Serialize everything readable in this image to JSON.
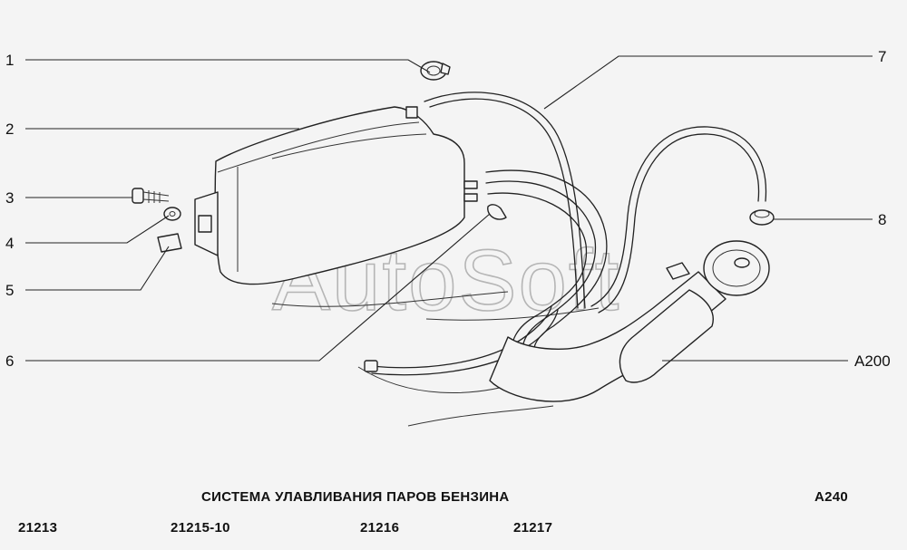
{
  "watermark": "AutoSoft",
  "callouts": {
    "c1": "1",
    "c2": "2",
    "c3": "3",
    "c4": "4",
    "c5": "5",
    "c6": "6",
    "c7": "7",
    "c8": "8",
    "c9": "A200"
  },
  "caption": {
    "title": "СИСТЕМА УЛАВЛИВАНИЯ ПАРОВ БЕНЗИНА",
    "plate": "A240"
  },
  "models": [
    "21213",
    "21215-10",
    "21216",
    "21217"
  ]
}
